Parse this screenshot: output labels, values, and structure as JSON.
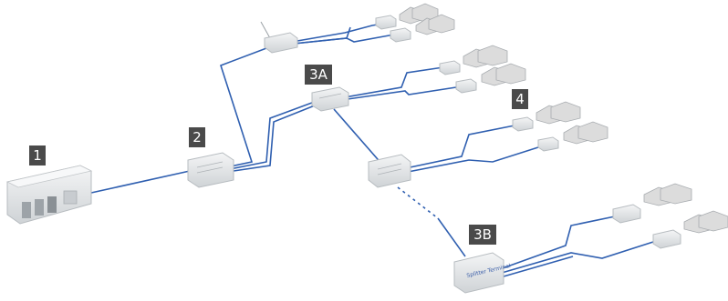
{
  "labels": {
    "olt": "1",
    "splitter_2": "2",
    "splitter_3a": "3A",
    "splitter_3b": "3B",
    "ont": "4"
  },
  "terminal_text": "Splitter Terminal",
  "colors": {
    "fiber": "#2f5fb0",
    "label_bg": "#4a4a4a",
    "device": "#e6e8ea",
    "house": "#d9d9d9"
  }
}
